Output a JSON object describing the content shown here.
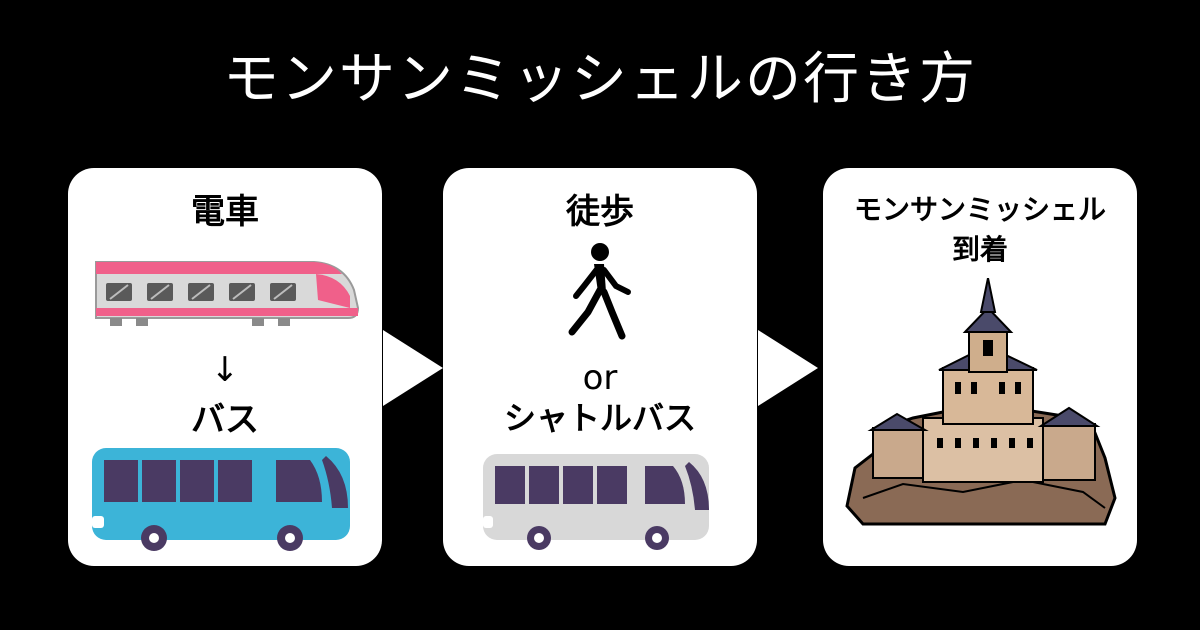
{
  "title": "モンサンミッシェルの行き方",
  "steps": [
    {
      "label": "電車",
      "icon": "train-icon",
      "connector": "↓",
      "sublabel": "バス",
      "subicon": "bus-icon"
    },
    {
      "label": "徒歩",
      "icon": "walking-person-icon",
      "connector": "or",
      "sublabel": "シャトルバス",
      "subicon": "shuttle-bus-icon"
    },
    {
      "label": "モンサンミッシェル",
      "label2": "到着",
      "icon": "mont-saint-michel-icon"
    }
  ],
  "colors": {
    "background": "#000000",
    "card": "#ffffff",
    "train_body": "#d9d9d9",
    "train_accent": "#f0608a",
    "bus": "#3cb4d8",
    "bus_windows": "#4a3a63",
    "shuttle": "#d8d8d8"
  }
}
